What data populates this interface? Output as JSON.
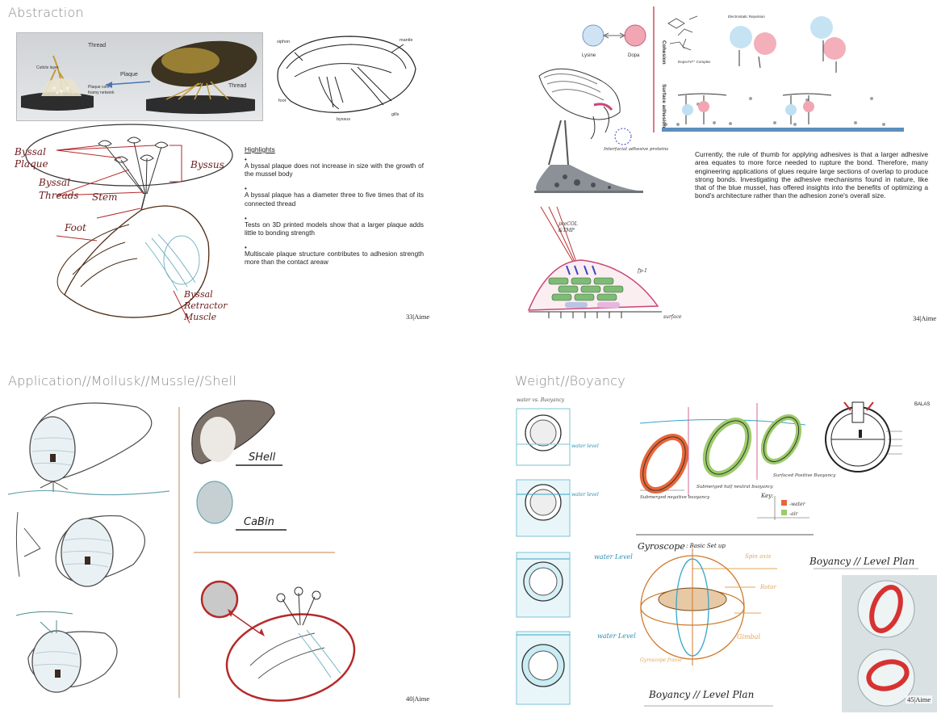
{
  "sections": {
    "abstraction": "Abstraction",
    "application": "Application//Mollusk//Mussle//Shell",
    "weight": "Weight//Boyancy"
  },
  "page33": {
    "photo_labels": {
      "thread_top": "Thread",
      "cuticle": "Cuticle layer",
      "plaque": "Plaque",
      "plaque_core": "Plaque core",
      "foamy": "foamy network",
      "thread_right": "Thread"
    },
    "anatomy_labels": {
      "siphon": "siphon",
      "mantle": "mantle",
      "foot": "foot",
      "byssus": "byssus",
      "gills": "gills"
    },
    "sketch_labels": {
      "byssal_plaque_1": "Byssal",
      "byssal_plaque_2": "Plaque",
      "byssus": "Byssus",
      "byssal_threads_1": "Byssal",
      "byssal_threads_2": "Threads",
      "stem": "Stem",
      "foot": "Foot",
      "retractor_1": "Byssal",
      "retractor_2": "Retractor",
      "retractor_3": "Muscle"
    },
    "highlights_title": "Highlights",
    "highlights": [
      "A byssal plaque does not increase in size with the growth of the mussel body",
      "A byssal plaque has a diameter three to five times that of its connected thread",
      "Tests on 3D printed models show that a larger plaque adds little to bonding strength",
      "Multiscale plaque structure contributes to adhesion strength more than the contact areaw"
    ],
    "page_number": "33|Aime"
  },
  "page34": {
    "lysine": "Lysine",
    "dopa": "Dopa",
    "cohesion": "Cohesion",
    "surface_adhesion": "Surface adhesion",
    "dopa_complex": "Dopa-Fe³⁺ Complex",
    "electrostatic": "Electrostatic Repulsion",
    "interfacial": "Interfacial adhesive proteins",
    "precol": "preCOL",
    "tmp": "&TMP",
    "fp1": "fp-1",
    "surface": "surface",
    "paragraph": "Currently, the rule of thumb for applying adhesives is that a larger adhesive area equates to more force needed to rupture the bond. Therefore, many engineering applications of glues require large sections of overlap to produce strong bonds. Investigating the adhesive mechanisms found in nature, like that of the blue mussel, has offered insights into the benefits of optimizing a bond's architecture rather than the adhesion zone's overall size.",
    "page_number": "34|Aime"
  },
  "page40": {
    "shell": "SHell",
    "cabin": "CaBin",
    "page_number": "40|Aime"
  },
  "page45": {
    "water_vs_buoyancy": "water vs. Buoyancy",
    "water_level_1": "water level",
    "water_level_2": "water level",
    "water_level_3": "water Level",
    "water_level_4": "water Level",
    "submerged": "Submerged negative buoyancy",
    "submerged_half": "Submerged half neutral buoyancy",
    "surfaced": "Surfaced Positive Buoyancy",
    "key": "Key:",
    "key_water": "-water",
    "key_air": "-air",
    "gyroscope": "Gyroscope",
    "basic_setup": ": Basic Set up",
    "spin_axis": "Spin axis",
    "rotor": "Rotor",
    "gimbal": "Gimbal",
    "gyro_frame": "Gyroscope frame",
    "buoyancy_level_plan_1": "Boyancy // Level Plan",
    "buoyancy_level_plan_2": "Boyancy // Level Plan",
    "ballast": "BALAS",
    "page_number": "45|Aime",
    "water_color": "#e8663a",
    "air_color": "#9ccb6a"
  }
}
